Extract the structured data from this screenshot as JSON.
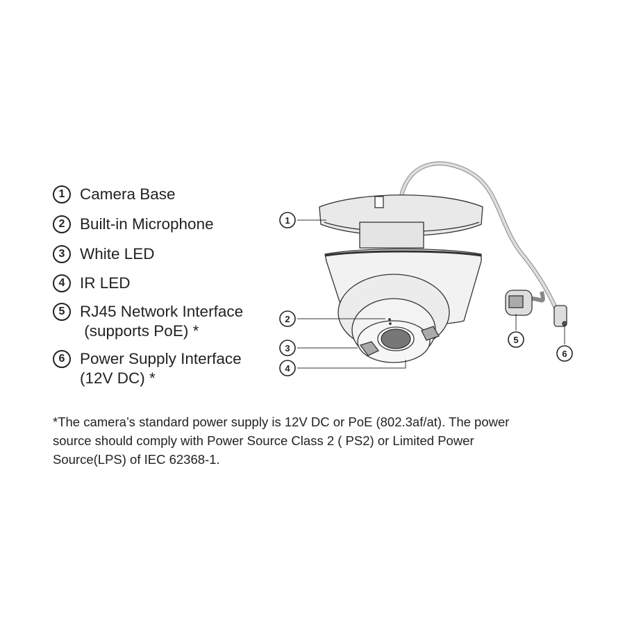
{
  "legend": [
    {
      "number": "1",
      "lines": [
        "Camera Base"
      ]
    },
    {
      "number": "2",
      "lines": [
        "Built-in Microphone"
      ]
    },
    {
      "number": "3",
      "lines": [
        "White LED"
      ]
    },
    {
      "number": "4",
      "lines": [
        "IR LED"
      ]
    },
    {
      "number": "5",
      "lines": [
        "RJ45 Network Interface",
        " (supports PoE) *"
      ]
    },
    {
      "number": "6",
      "lines": [
        "Power Supply Interface",
        "(12V DC) *"
      ]
    }
  ],
  "footnote": [
    "*The camera’s standard power supply is 12V DC or PoE (802.3af/at). The power",
    "source should comply with Power Source Class 2 ( PS2) or Limited Power",
    "Source(LPS) of IEC 62368-1."
  ],
  "callouts": [
    "1",
    "2",
    "3",
    "4",
    "5",
    "6"
  ]
}
